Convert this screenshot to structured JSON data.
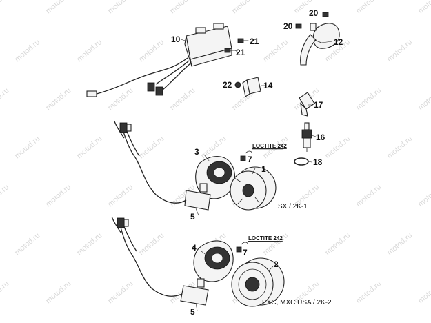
{
  "watermark": "motod.ru",
  "callouts": [
    "1",
    "2",
    "3",
    "4",
    "5",
    "5",
    "7",
    "7",
    "10",
    "12",
    "14",
    "16",
    "17",
    "18",
    "20",
    "20",
    "21",
    "21",
    "22"
  ],
  "notes": {
    "loctite_top": "LOCTITE 242",
    "loctite_bottom": "LOCTITE 242"
  },
  "variants": {
    "top": "SX / 2K-1",
    "bottom": "EXC, MXC USA / 2K-2"
  }
}
